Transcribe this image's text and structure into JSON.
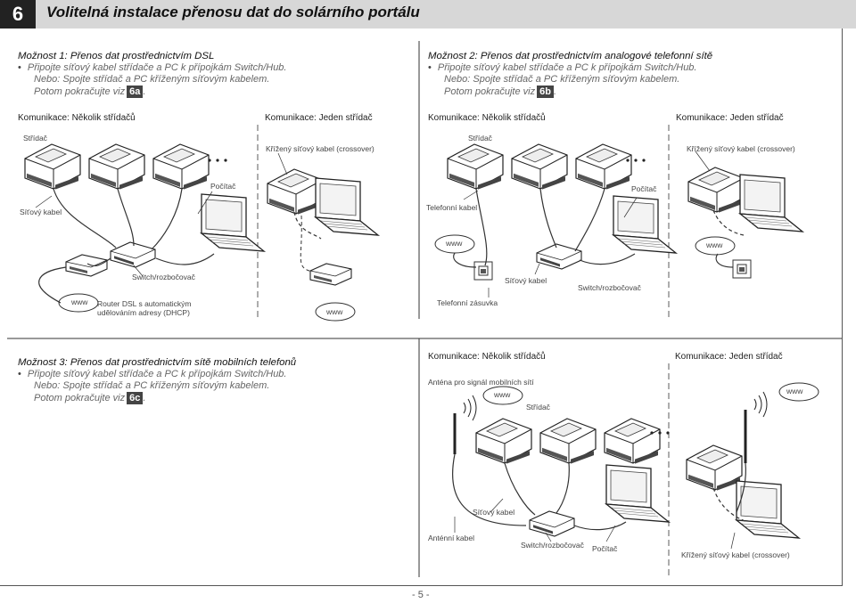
{
  "header": {
    "number": "6",
    "title": "Volitelná instalace přenosu dat do solárního portálu"
  },
  "option1": {
    "title": "Možnost 1: Přenos dat prostřednictvím DSL",
    "line1": "Připojte síťový kabel střídače a PC k přípojkám Switch/Hub.",
    "line2": "Nebo: Spojte střídač a PC kříženým síťovým kabelem.",
    "line3": "Potom pokračujte viz",
    "ref": "6a",
    "section_multi": "Komunikace: Několik střídačů",
    "section_single": "Komunikace: Jeden střídač",
    "labels": {
      "inverter": "Střídač",
      "computer": "Počítač",
      "network_cable": "Síťový kabel",
      "switch": "Switch/rozbočovač",
      "router_line1": "Router DSL s automatickým",
      "router_line2": "udělováním adresy (DHCP)",
      "www": "www",
      "crossover": "Křížený síťový kabel (crossover)"
    }
  },
  "option2": {
    "title": "Možnost 2: Přenos dat prostřednictvím analogové telefonní sítě",
    "line1": "Připojte síťový kabel střídače a PC k přípojkám Switch/Hub.",
    "line2": "Nebo: Spojte střídač a PC kříženým síťovým kabelem.",
    "line3": "Potom pokračujte viz",
    "ref": "6b",
    "section_multi": "Komunikace: Několik střídačů",
    "section_single": "Komunikace: Jeden střídač",
    "labels": {
      "inverter": "Střídač",
      "computer": "Počítač",
      "phone_cable": "Telefonní kabel",
      "network_cable": "Síťový kabel",
      "switch": "Switch/rozbočovač",
      "socket": "Telefonní zásuvka",
      "www": "www",
      "crossover": "Křížený síťový kabel (crossover)"
    }
  },
  "option3": {
    "title": "Možnost 3: Přenos dat prostřednictvím sítě mobilních telefonů",
    "line1": "Připojte síťový kabel střídače a PC k přípojkám Switch/Hub.",
    "line2": "Nebo: Spojte střídač a PC kříženým síťovým kabelem.",
    "line3": "Potom pokračujte viz",
    "ref": "6c",
    "section_multi": "Komunikace: Několik střídačů",
    "section_single": "Komunikace: Jeden střídač",
    "labels": {
      "antenna": "Anténa pro signál mobilních sítí",
      "inverter": "Střídač",
      "network_cable": "Síťový kabel",
      "antenna_cable": "Anténní kabel",
      "switch": "Switch/rozbočovač",
      "computer": "Počítač",
      "www": "www",
      "crossover": "Křížený síťový kabel (crossover)"
    }
  },
  "footer": {
    "page": "- 5 -"
  }
}
